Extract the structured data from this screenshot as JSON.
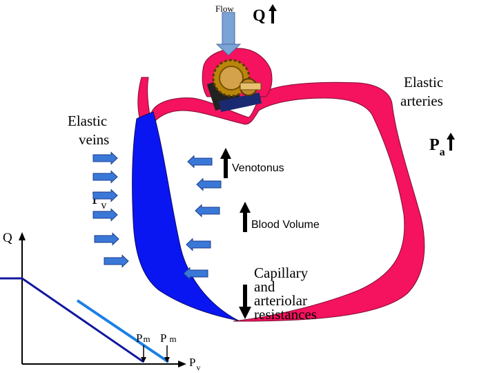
{
  "labels": {
    "flow": "Flow",
    "q_top": "Q",
    "elastic_arteries_1": "Elastic",
    "elastic_arteries_2": "arteries",
    "elastic_veins_1": "Elastic",
    "elastic_veins_2": "veins",
    "pa_main": "P",
    "pa_sub": "a",
    "pv_main": "P",
    "pv_sub": "v",
    "venotonus": "Venotonus",
    "blood_volume": "Blood Volume",
    "capillary_1": "Capillary",
    "capillary_2": "and",
    "capillary_3": "arteriolar",
    "capillary_4": "resistances"
  },
  "graph": {
    "y_label": "Q",
    "x_label_main": "P",
    "x_label_sub": "v",
    "pm1_main": "P",
    "pm1_sub": "m",
    "pm2_main": "P",
    "pm2_sub": "m"
  },
  "colors": {
    "arteries": "#f5125e",
    "veins": "#0a16f2",
    "arrow_fill": "#3a78d8",
    "arrow_stroke": "#1a3a8a",
    "curve_dark": "#10189e",
    "curve_light": "#1a80e6",
    "flow_arrow": "#7aa3d6"
  },
  "icons": {
    "pump": "pump-gear-icon"
  }
}
